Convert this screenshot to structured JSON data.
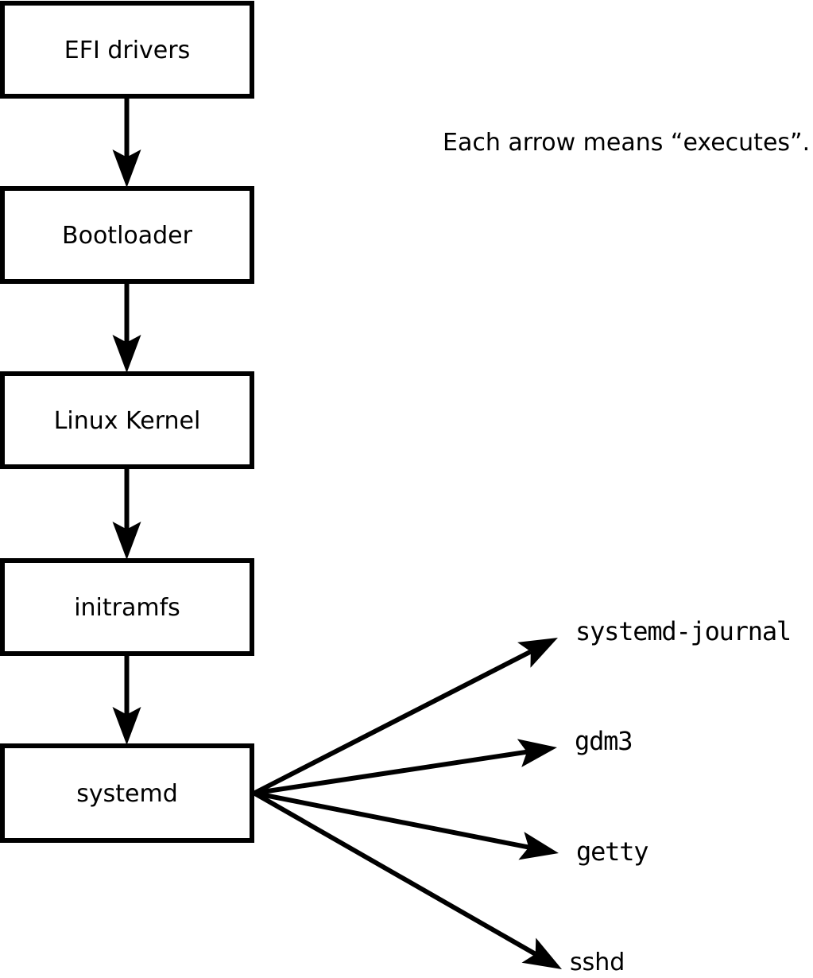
{
  "note": {
    "text": "Each arrow means “executes”."
  },
  "boot_chain": [
    {
      "label": "EFI drivers"
    },
    {
      "label": "Bootloader"
    },
    {
      "label": "Linux Kernel"
    },
    {
      "label": "initramfs"
    },
    {
      "label": "systemd"
    }
  ],
  "spawned_processes": [
    {
      "label": "systemd-journal"
    },
    {
      "label": "gdm3"
    },
    {
      "label": "getty"
    },
    {
      "label": "sshd"
    }
  ],
  "arrow_meaning": "executes",
  "colors": {
    "line": "#000000",
    "background": "#ffffff",
    "box_fill": "#ffffff"
  }
}
